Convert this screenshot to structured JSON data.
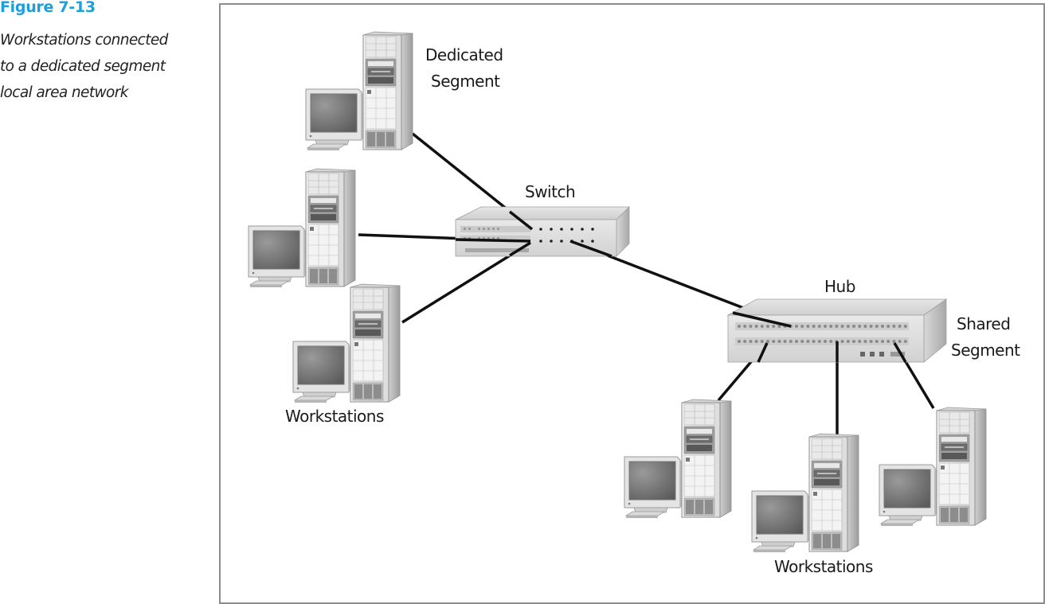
{
  "caption": {
    "figure_number": "Figure 7-13",
    "description_lines": [
      "Workstations connected",
      "to a dedicated segment",
      "local area network"
    ]
  },
  "diagram": {
    "labels": {
      "dedicated_segment": [
        "Dedicated",
        "Segment"
      ],
      "switch": "Switch",
      "hub": "Hub",
      "shared_segment": [
        "Shared",
        "Segment"
      ],
      "workstations_left": "Workstations",
      "workstations_bottom": "Workstations"
    },
    "nodes": [
      {
        "id": "ws-dedicated",
        "type": "workstation",
        "group": "dedicated-segment"
      },
      {
        "id": "ws-left-1",
        "type": "workstation",
        "group": "switch-workstations"
      },
      {
        "id": "ws-left-2",
        "type": "workstation",
        "group": "switch-workstations"
      },
      {
        "id": "switch",
        "type": "switch"
      },
      {
        "id": "hub",
        "type": "hub"
      },
      {
        "id": "ws-hub-1",
        "type": "workstation",
        "group": "shared-segment"
      },
      {
        "id": "ws-hub-2",
        "type": "workstation",
        "group": "shared-segment"
      },
      {
        "id": "ws-hub-3",
        "type": "workstation",
        "group": "shared-segment"
      }
    ],
    "edges": [
      [
        "ws-dedicated",
        "switch"
      ],
      [
        "ws-left-1",
        "switch"
      ],
      [
        "ws-left-2",
        "switch"
      ],
      [
        "switch",
        "hub"
      ],
      [
        "hub",
        "ws-hub-1"
      ],
      [
        "hub",
        "ws-hub-2"
      ],
      [
        "hub",
        "ws-hub-3"
      ]
    ]
  }
}
